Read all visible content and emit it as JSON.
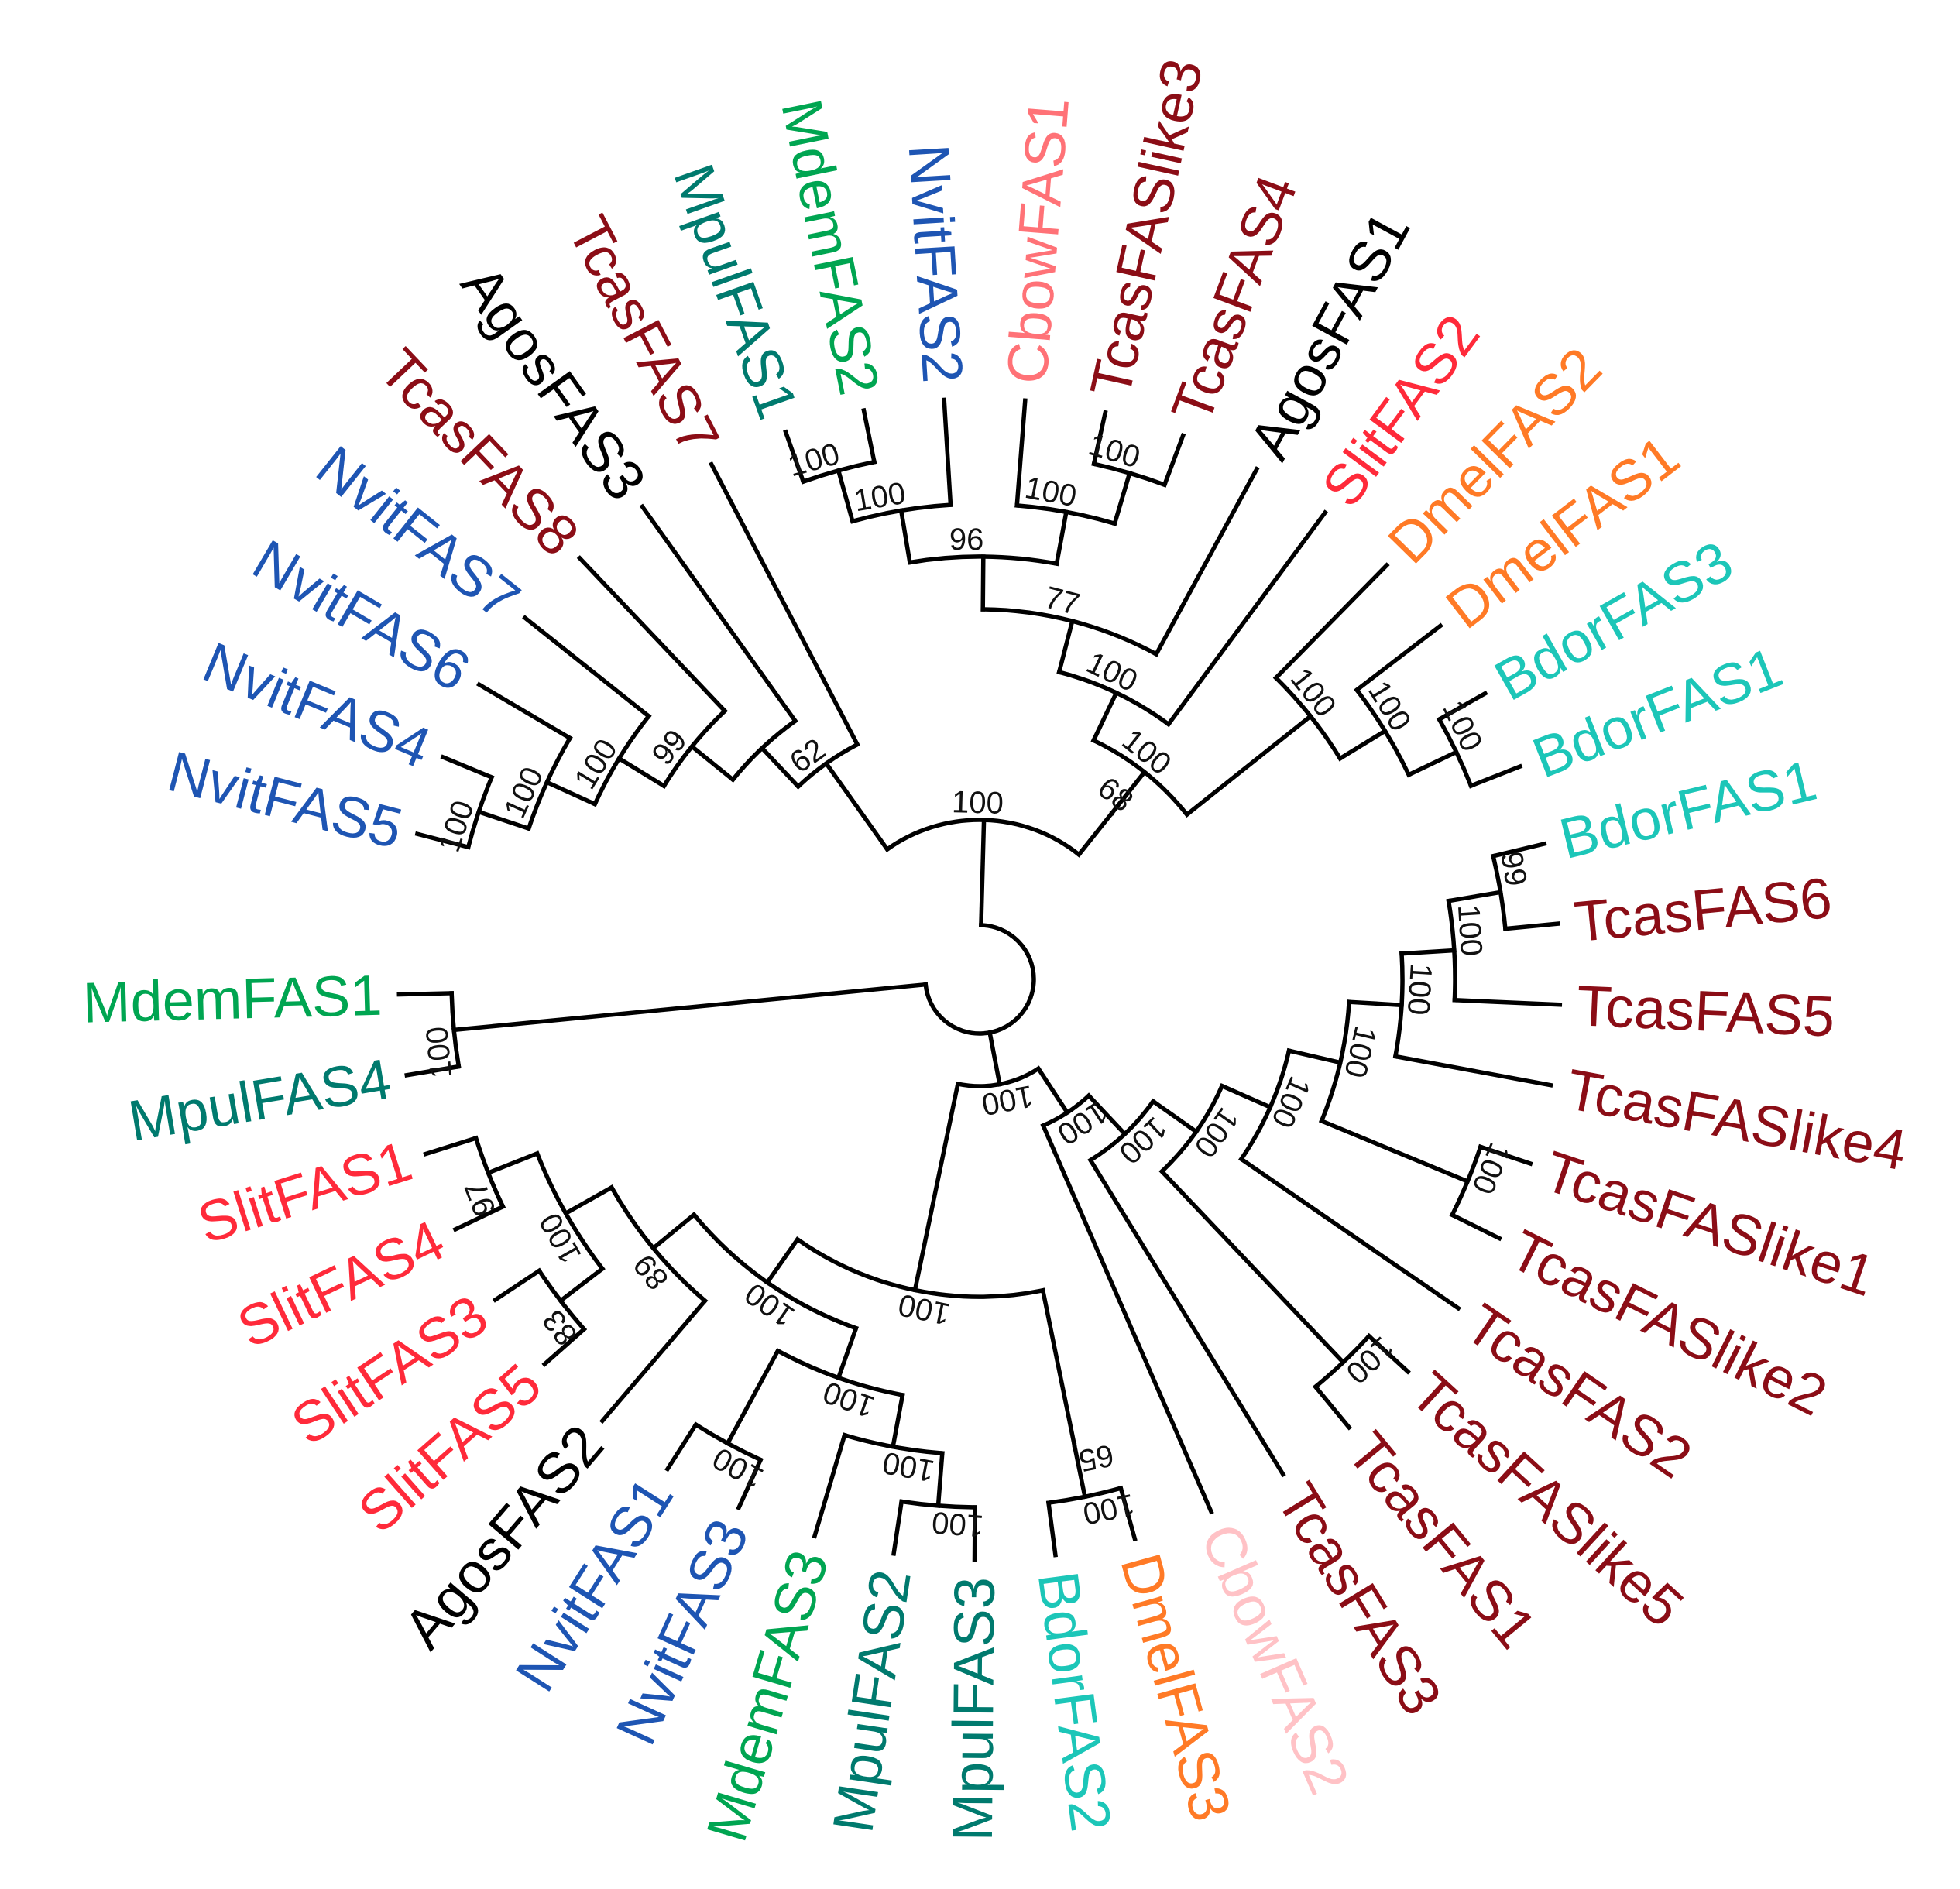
{
  "colors": {
    "Slit": "#ff2a3a",
    "Agos": "#000000",
    "Nvit": "#1e55b3",
    "Mdem": "#00a551",
    "Mpul": "#007a6e",
    "Bdor": "#1cc6b8",
    "Dmel": "#ff7a26",
    "Cbow2": "#ffc2c6",
    "Cbow1": "#ff7277",
    "Tcas": "#8b0d16"
  },
  "taxa": [
    {
      "label": "SlitFAS1",
      "color": "#ff2a3a"
    },
    {
      "label": "SlitFAS4",
      "color": "#ff2a3a"
    },
    {
      "label": "SlitFAS3",
      "color": "#ff2a3a"
    },
    {
      "label": "SlitFAS5",
      "color": "#ff2a3a"
    },
    {
      "label": "AgosFAS2",
      "color": "#000000"
    },
    {
      "label": "NvitFAS1",
      "color": "#1e55b3"
    },
    {
      "label": "NvitFAS3",
      "color": "#1e55b3"
    },
    {
      "label": "MdemFAS3",
      "color": "#00a551"
    },
    {
      "label": "MpulFAS2",
      "color": "#007a6e"
    },
    {
      "label": "MpulFAS3",
      "color": "#007a6e"
    },
    {
      "label": "BdorFAS2",
      "color": "#1cc6b8"
    },
    {
      "label": "DmelFAS3",
      "color": "#ff7a26"
    },
    {
      "label": "CbowFAS2",
      "color": "#ffc2c6"
    },
    {
      "label": "TcasFAS3",
      "color": "#8b0d16"
    },
    {
      "label": "TcasFAS1",
      "color": "#8b0d16"
    },
    {
      "label": "TcasFASlike5",
      "color": "#8b0d16"
    },
    {
      "label": "TcasFAS2",
      "color": "#8b0d16"
    },
    {
      "label": "TcasFASlike2",
      "color": "#8b0d16"
    },
    {
      "label": "TcasFASlike1",
      "color": "#8b0d16"
    },
    {
      "label": "TcasFASlike4",
      "color": "#8b0d16"
    },
    {
      "label": "TcasFAS5",
      "color": "#8b0d16"
    },
    {
      "label": "TcasFAS6",
      "color": "#8b0d16"
    },
    {
      "label": "BdorFAS1",
      "color": "#1cc6b8"
    },
    {
      "label": "BdorFAS3",
      "color": "#1cc6b8"
    },
    {
      "label": "DmelFAS1",
      "color": "#ff7a26"
    },
    {
      "label": "DmelFAS2",
      "color": "#ff7a26"
    },
    {
      "label": "SlitFAS2",
      "color": "#ff2a3a"
    },
    {
      "label": "AgosFAS1",
      "color": "#000000"
    },
    {
      "label": "TcasFAS4",
      "color": "#8b0d16"
    },
    {
      "label": "TcasFASlike3",
      "color": "#8b0d16"
    },
    {
      "label": "CbowFAS1",
      "color": "#ff7277"
    },
    {
      "label": "NvitFAS2",
      "color": "#1e55b3"
    },
    {
      "label": "MdemFAS2",
      "color": "#00a551"
    },
    {
      "label": "MpulFAS1",
      "color": "#007a6e"
    },
    {
      "label": "TcasFAS7",
      "color": "#8b0d16"
    },
    {
      "label": "AgosFAS3",
      "color": "#000000"
    },
    {
      "label": "TcasFAS8",
      "color": "#8b0d16"
    },
    {
      "label": "NvitFAS7",
      "color": "#1e55b3"
    },
    {
      "label": "NvitFAS6",
      "color": "#1e55b3"
    },
    {
      "label": "NvitFAS4",
      "color": "#1e55b3"
    },
    {
      "label": "NvitFAS5",
      "color": "#1e55b3"
    },
    {
      "label": "MdemFAS1",
      "color": "#00a551"
    },
    {
      "label": "MpulFAS4",
      "color": "#007a6e"
    }
  ],
  "tree": {
    "children": [
      {
        "support": "100",
        "children": [
          {
            "taxon": 41
          },
          {
            "taxon": 42
          }
        ]
      },
      {
        "support": "100",
        "children": [
          {
            "support": "100",
            "children": [
              {
                "support": "100",
                "children": [
                  {
                    "support": "89",
                    "children": [
                      {
                        "support": "100",
                        "children": [
                          {
                            "support": "97",
                            "children": [
                              {
                                "taxon": 0
                              },
                              {
                                "taxon": 1
                              }
                            ]
                          },
                          {
                            "support": "83",
                            "children": [
                              {
                                "taxon": 2
                              },
                              {
                                "taxon": 3
                              }
                            ]
                          }
                        ]
                      },
                      {
                        "taxon": 4
                      }
                    ]
                  },
                  {
                    "support": "100",
                    "children": [
                      {
                        "support": "100",
                        "children": [
                          {
                            "taxon": 5
                          },
                          {
                            "taxon": 6
                          }
                        ]
                      },
                      {
                        "support": "100",
                        "children": [
                          {
                            "taxon": 7
                          },
                          {
                            "support": "100",
                            "children": [
                              {
                                "taxon": 8
                              },
                              {
                                "taxon": 9
                              }
                            ]
                          }
                        ]
                      }
                    ]
                  }
                ]
              },
              {
                "support": "65",
                "children": [
                  {
                    "support": "100",
                    "children": [
                      {
                        "taxon": 10
                      },
                      {
                        "taxon": 11
                      }
                    ]
                  }
                ]
              }
            ]
          },
          {
            "support": "100",
            "children": [
              {
                "taxon": 12
              },
              {
                "support": "100",
                "children": [
                  {
                    "taxon": 13
                  },
                  {
                    "support": "100",
                    "children": [
                      {
                        "support": "100",
                        "children": [
                          {
                            "taxon": 14
                          },
                          {
                            "taxon": 15
                          }
                        ]
                      },
                      {
                        "support": "100",
                        "children": [
                          {
                            "taxon": 16
                          },
                          {
                            "support": "100",
                            "children": [
                              {
                                "support": "100",
                                "children": [
                                  {
                                    "taxon": 17
                                  },
                                  {
                                    "taxon": 18
                                  }
                                ]
                              },
                              {
                                "support": "100",
                                "children": [
                                  {
                                    "taxon": 19
                                  },
                                  {
                                    "support": "100",
                                    "children": [
                                      {
                                        "taxon": 20
                                      },
                                      {
                                        "support": "99",
                                        "children": [
                                          {
                                            "taxon": 21
                                          },
                                          {
                                            "taxon": 22
                                          }
                                        ]
                                      }
                                    ]
                                  }
                                ]
                              }
                            ]
                          }
                        ]
                      }
                    ]
                  }
                ]
              }
            ]
          }
        ]
      },
      {
        "support": "100",
        "children": [
          {
            "support": "68",
            "children": [
              {
                "support": "100",
                "children": [
                  {
                    "support": "100",
                    "children": [
                      {
                        "support": "100",
                        "children": [
                          {
                            "support": "100",
                            "children": [
                              {
                                "taxon": 22
                              },
                              {
                                "taxon": 23
                              }
                            ]
                          },
                          {
                            "taxon": 24
                          }
                        ]
                      },
                      {
                        "taxon": 25
                      }
                    ]
                  },
                  {
                    "support": "100",
                    "children": [
                      {
                        "taxon": 26
                      },
                      {
                        "support": "77",
                        "children": [
                          {
                            "taxon": 27
                          },
                          {
                            "support": "96",
                            "children": [
                              {
                                "support": "100",
                                "children": [
                                  {
                                    "support": "100",
                                    "children": [
                                      {
                                        "taxon": 28
                                      },
                                      {
                                        "taxon": 29
                                      }
                                    ]
                                  },
                                  {
                                    "taxon": 30
                                  }
                                ]
                              },
                              {
                                "support": "100",
                                "children": [
                                  {
                                    "taxon": 31
                                  },
                                  {
                                    "support": "100",
                                    "children": [
                                      {
                                        "taxon": 32
                                      },
                                      {
                                        "taxon": 33
                                      }
                                    ]
                                  }
                                ]
                              }
                            ]
                          }
                        ]
                      }
                    ]
                  }
                ]
              }
            ]
          },
          {
            "support": "62",
            "children": [
              {
                "taxon": 34
              },
              {
                "support": "",
                "children": [
                  {
                    "taxon": 35
                  },
                  {
                    "support": "99",
                    "children": [
                      {
                        "taxon": 36
                      },
                      {
                        "support": "100",
                        "children": [
                          {
                            "taxon": 37
                          },
                          {
                            "support": "100",
                            "children": [
                              {
                                "taxon": 38
                              },
                              {
                                "support": "100",
                                "children": [
                                  {
                                    "taxon": 39
                                  },
                                  {
                                    "taxon": 40
                                  }
                                ]
                              }
                            ]
                          }
                        ]
                      }
                    ]
                  }
                ]
              }
            ]
          }
        ]
      }
    ]
  }
}
